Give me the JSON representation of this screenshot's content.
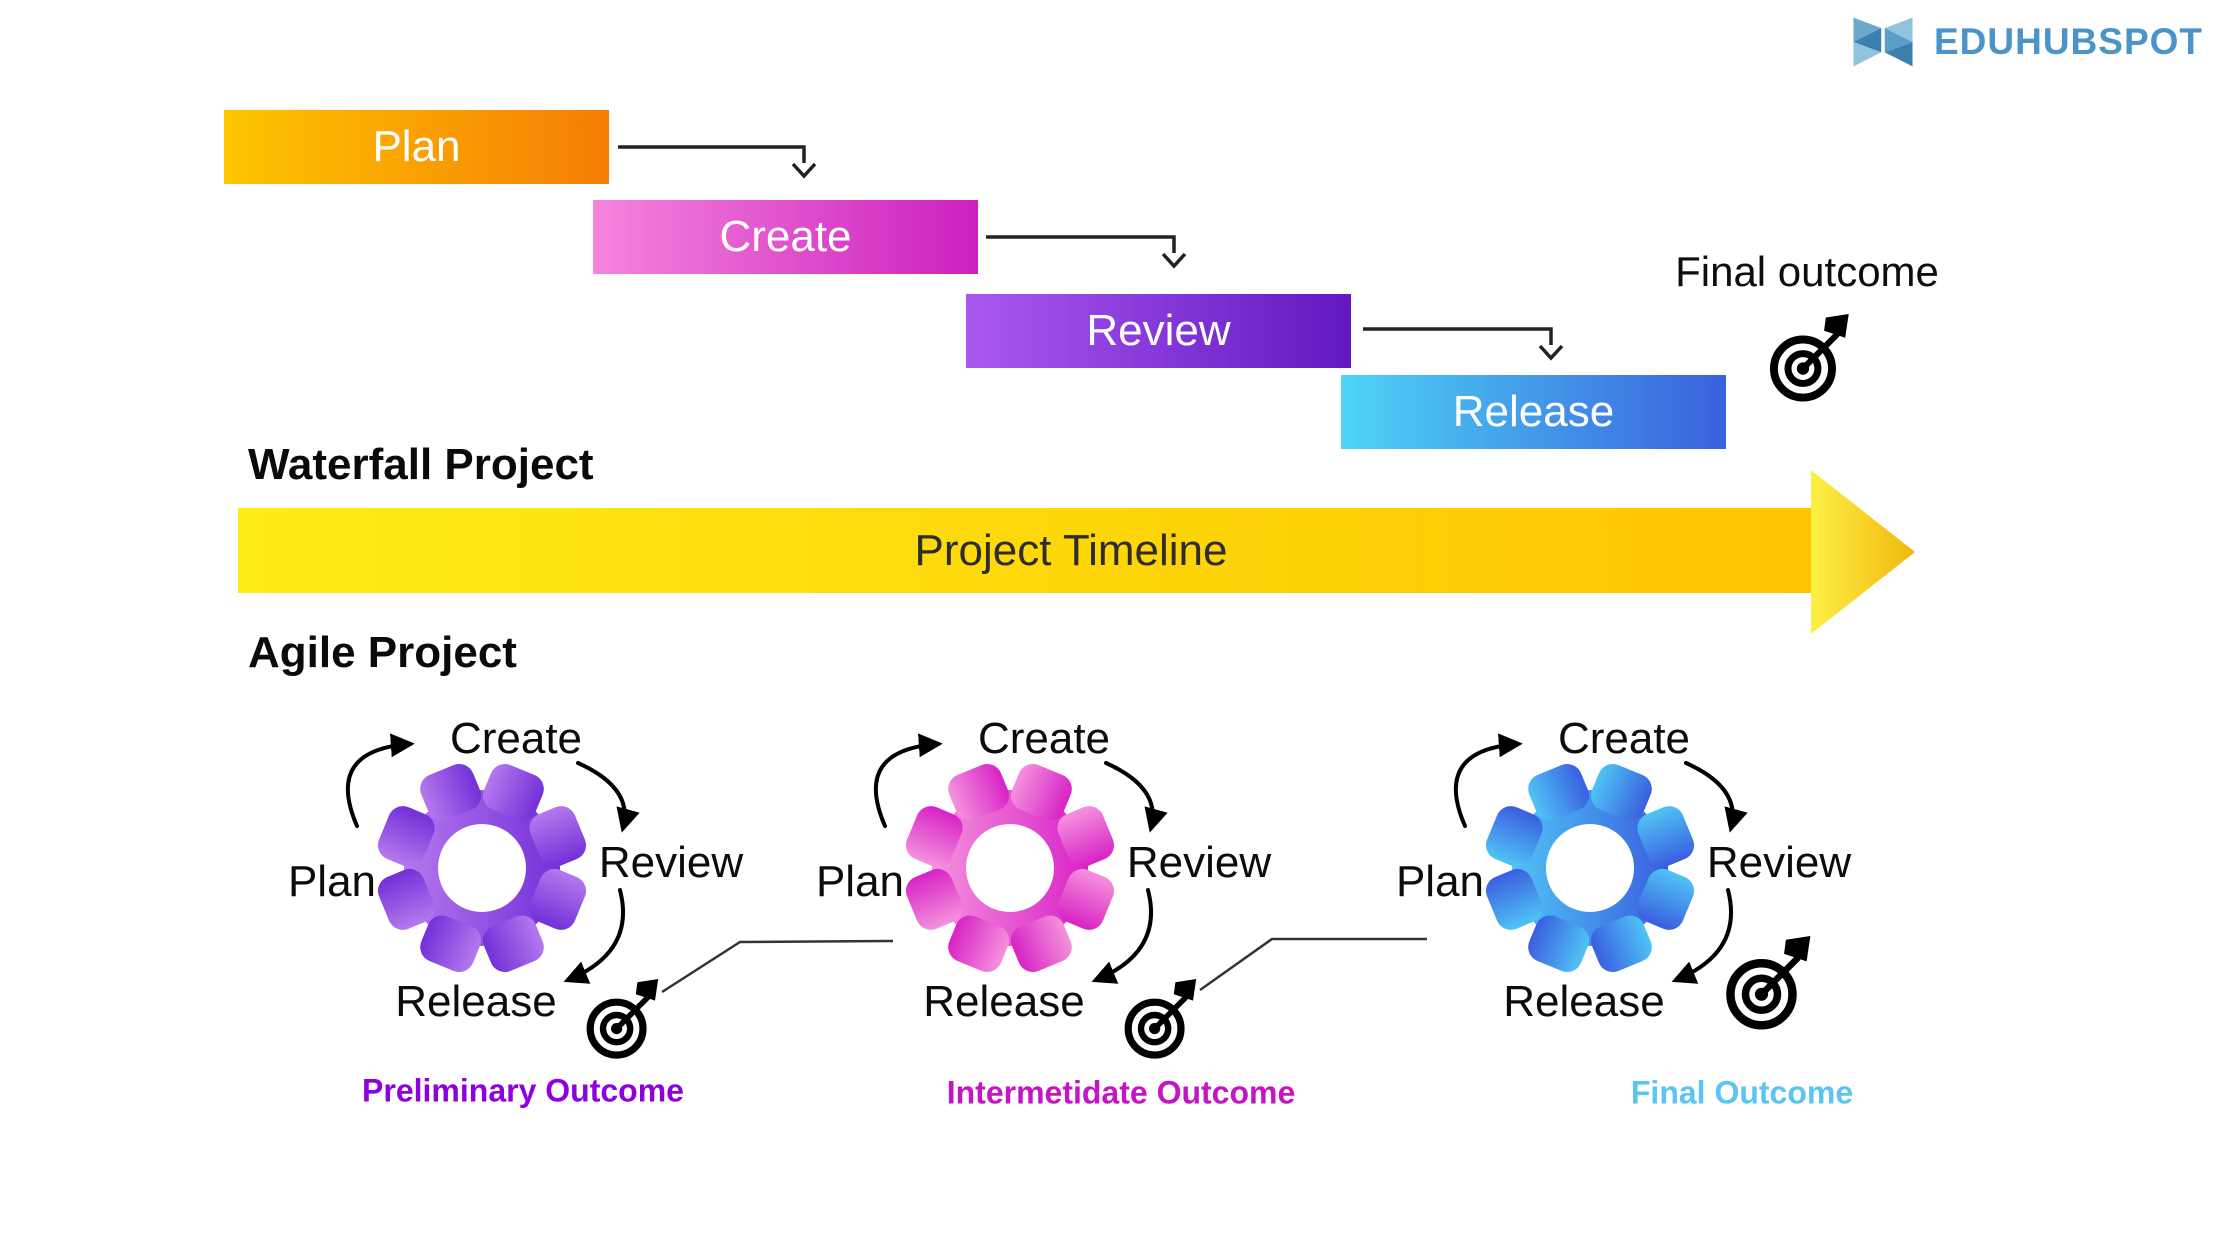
{
  "brand": {
    "name": "EDUHUBSPOT",
    "logo_icon": "eduhubspot-hex-h-logo",
    "text_color": "#4a94c8"
  },
  "waterfall": {
    "heading": "Waterfall Project",
    "stages": [
      {
        "label": "Plan",
        "gradient_from": "#fdc500",
        "gradient_to": "#f57d05"
      },
      {
        "label": "Create",
        "gradient_from": "#f584dc",
        "gradient_to": "#cb20bf"
      },
      {
        "label": "Review",
        "gradient_from": "#aa58f0",
        "gradient_to": "#6218c0"
      },
      {
        "label": "Release",
        "gradient_from": "#4dd4f5",
        "gradient_to": "#3960dd"
      }
    ],
    "flow_arrow_icon": "elbow-arrow-down",
    "final_outcome": {
      "label": "Final outcome",
      "icon": "bullseye-target-icon"
    },
    "timeline": {
      "label": "Project Timeline",
      "gradient_from": "#fdec15",
      "gradient_to": "#ffc400",
      "arrow_icon": "right-arrowhead"
    }
  },
  "agile": {
    "heading": "Agile Project",
    "cycle_arrow_icon": "curved-arrow",
    "cycles": [
      {
        "labels": {
          "plan": "Plan",
          "create": "Create",
          "review": "Review",
          "release": "Release"
        },
        "gear_icon": "gear-icon",
        "gear_gradient": [
          "#b678ee",
          "#7230d8"
        ],
        "target_icon": "bullseye-target-icon",
        "outcome": {
          "label": "Preliminary Outcome",
          "color": "#8f00e0"
        }
      },
      {
        "labels": {
          "plan": "Plan",
          "create": "Create",
          "review": "Review",
          "release": "Release"
        },
        "gear_icon": "gear-icon",
        "gear_gradient": [
          "#f492dd",
          "#d822c6"
        ],
        "target_icon": "bullseye-target-icon",
        "outcome": {
          "label": "Intermetidate Outcome",
          "color": "#c414c4"
        }
      },
      {
        "labels": {
          "plan": "Plan",
          "create": "Create",
          "review": "Review",
          "release": "Release"
        },
        "gear_icon": "gear-icon",
        "gear_gradient": [
          "#4fc4f5",
          "#3a5ee0"
        ],
        "target_icon": "bullseye-target-icon",
        "outcome": {
          "label": "Final Outcome",
          "color": "#5ac6f0"
        }
      }
    ]
  }
}
